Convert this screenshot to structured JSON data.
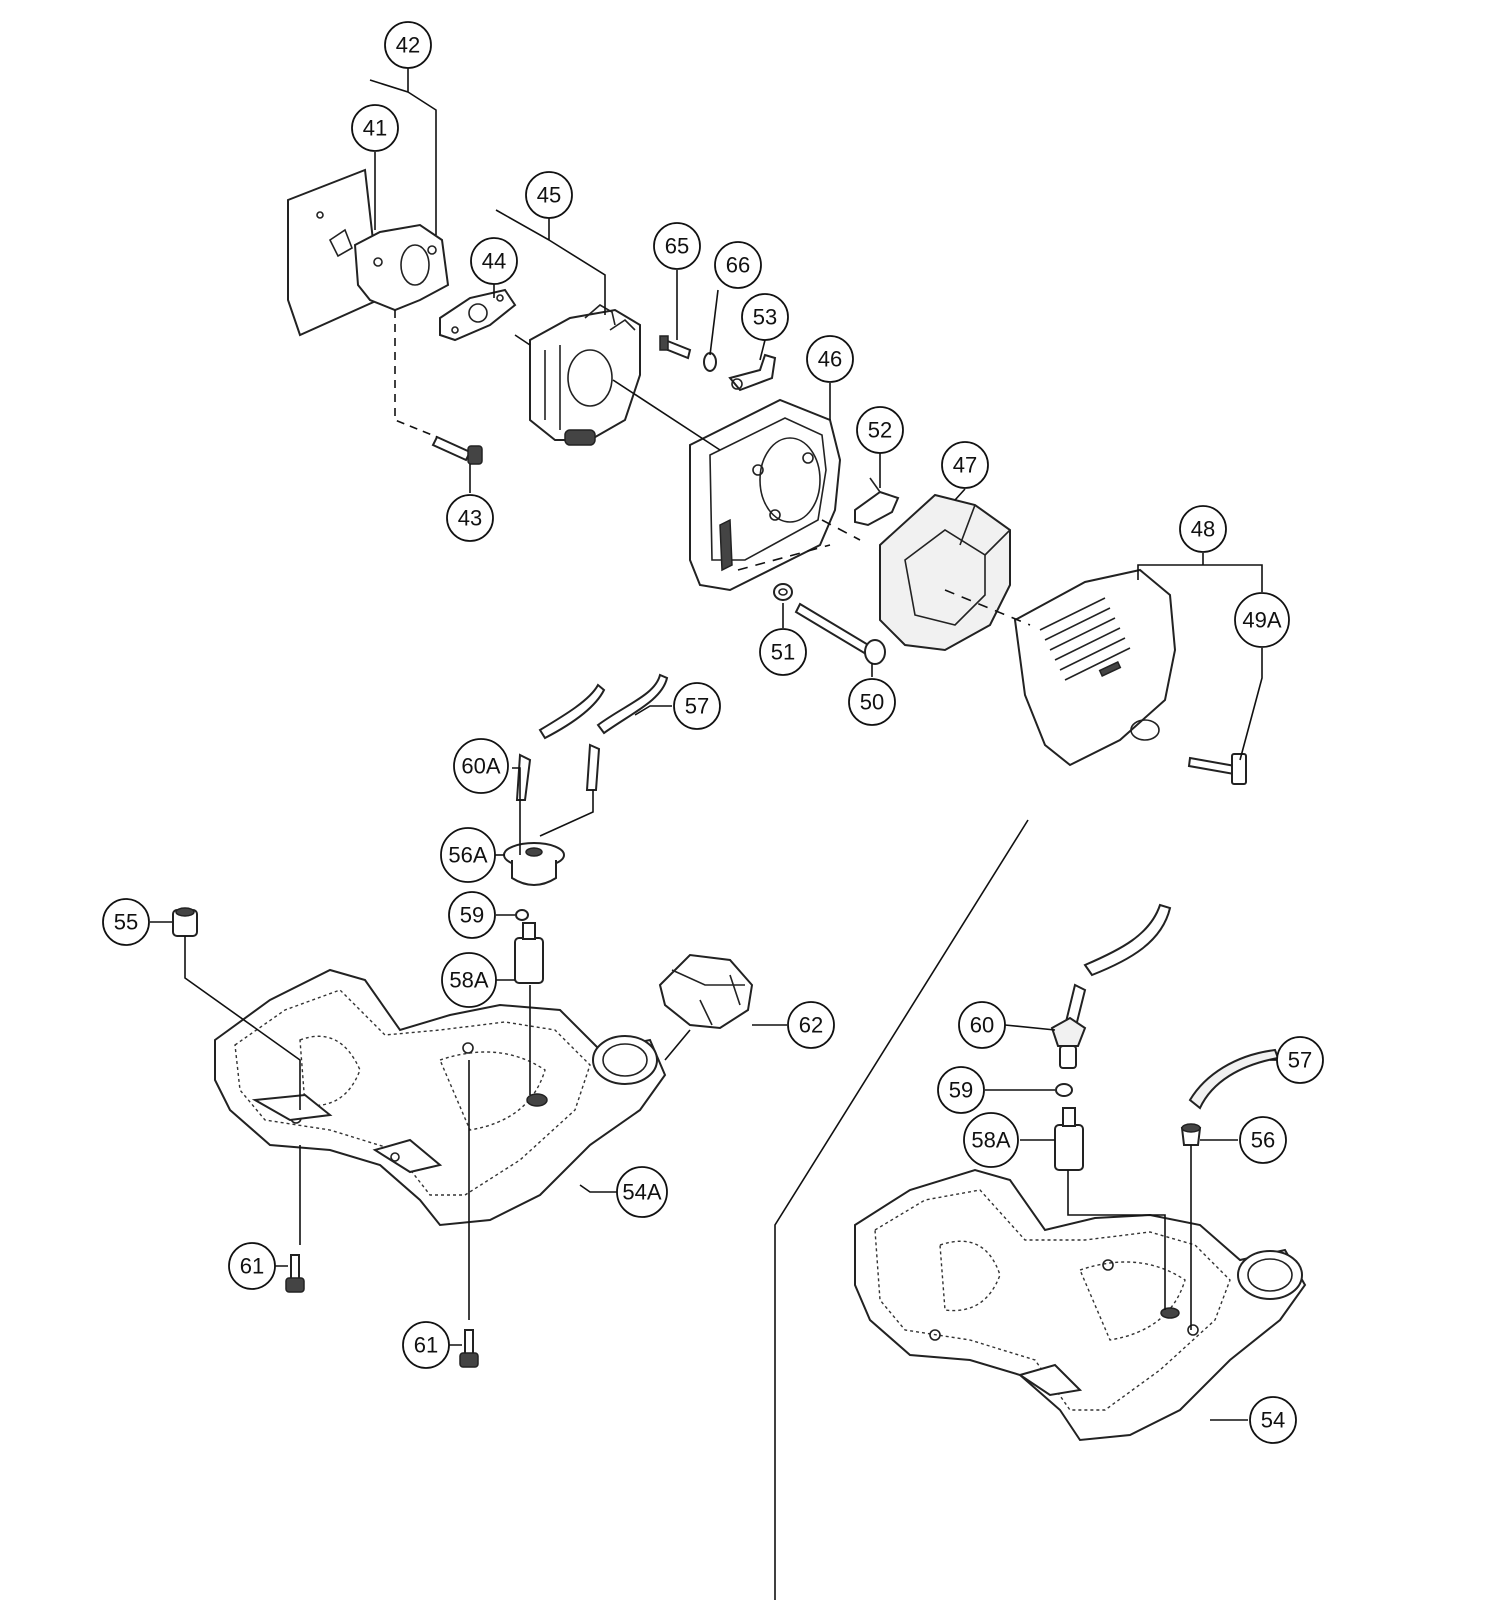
{
  "diagram": {
    "callouts": [
      {
        "id": "c42",
        "label": "42"
      },
      {
        "id": "c41",
        "label": "41"
      },
      {
        "id": "c45",
        "label": "45"
      },
      {
        "id": "c44",
        "label": "44"
      },
      {
        "id": "c65",
        "label": "65"
      },
      {
        "id": "c66",
        "label": "66"
      },
      {
        "id": "c53",
        "label": "53"
      },
      {
        "id": "c46",
        "label": "46"
      },
      {
        "id": "c52",
        "label": "52"
      },
      {
        "id": "c47",
        "label": "47"
      },
      {
        "id": "c48",
        "label": "48"
      },
      {
        "id": "c49a",
        "label": "49A"
      },
      {
        "id": "c43",
        "label": "43"
      },
      {
        "id": "c51",
        "label": "51"
      },
      {
        "id": "c50",
        "label": "50"
      },
      {
        "id": "c57a",
        "label": "57"
      },
      {
        "id": "c60a",
        "label": "60A"
      },
      {
        "id": "c56a",
        "label": "56A"
      },
      {
        "id": "c59a",
        "label": "59"
      },
      {
        "id": "c55",
        "label": "55"
      },
      {
        "id": "c58a1",
        "label": "58A"
      },
      {
        "id": "c62",
        "label": "62"
      },
      {
        "id": "c54a",
        "label": "54A"
      },
      {
        "id": "c61a",
        "label": "61"
      },
      {
        "id": "c61b",
        "label": "61"
      },
      {
        "id": "c60",
        "label": "60"
      },
      {
        "id": "c57b",
        "label": "57"
      },
      {
        "id": "c59b",
        "label": "59"
      },
      {
        "id": "c58a2",
        "label": "58A"
      },
      {
        "id": "c56",
        "label": "56"
      },
      {
        "id": "c54",
        "label": "54"
      }
    ]
  }
}
